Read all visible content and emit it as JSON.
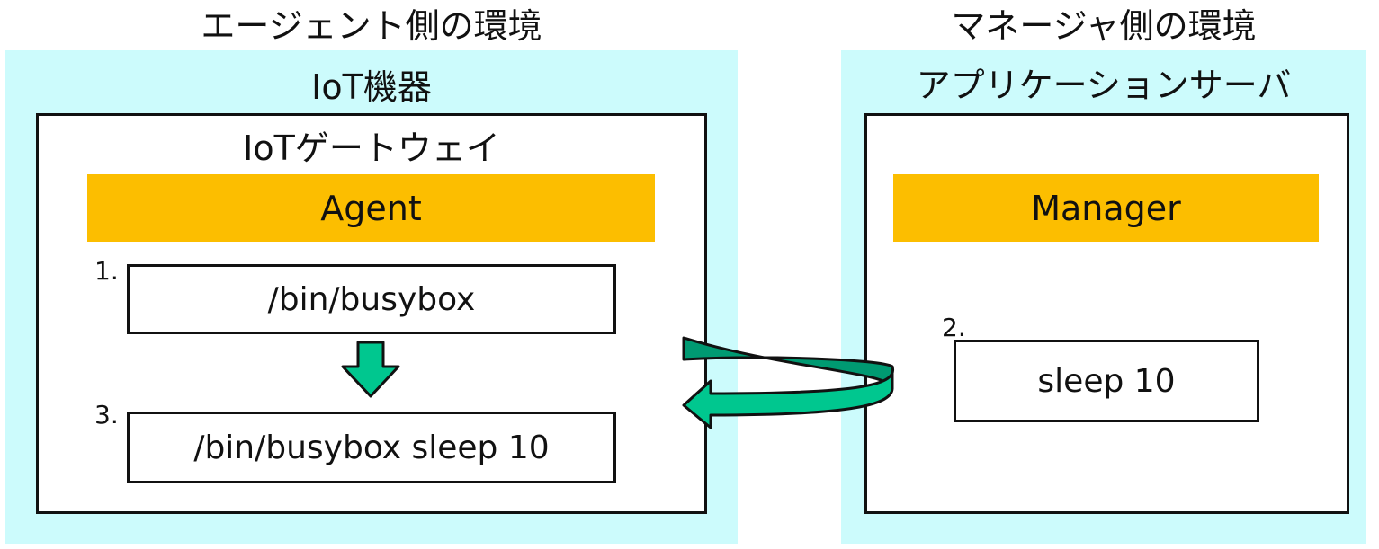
{
  "agent_env": {
    "heading": "エージェント側の環境",
    "device_label": "IoT機器",
    "gateway_label": "IoTゲートウェイ",
    "agent_label": "Agent",
    "step1": {
      "number": "1.",
      "command": "/bin/busybox"
    },
    "step3": {
      "number": "3.",
      "command": "/bin/busybox sleep 10"
    }
  },
  "manager_env": {
    "heading": "マネージャ側の環境",
    "server_label": "アプリケーションサーバ",
    "manager_label": "Manager",
    "step2": {
      "number": "2.",
      "command": "sleep 10"
    }
  },
  "colors": {
    "env_background": "#ccfbfc",
    "bar_fill": "#fcbe00",
    "arrow_fill": "#00c78f",
    "arrow_dark": "#009a72"
  }
}
